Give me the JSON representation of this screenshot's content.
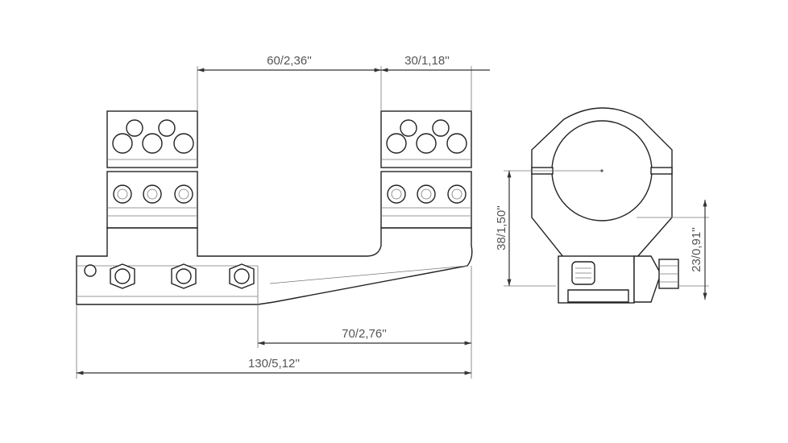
{
  "dimensions": {
    "ring_spacing": "60/2,36''",
    "ring_width": "30/1,18''",
    "offset": "70/2,76''",
    "overall_length": "130/5,12''",
    "center_height": "38/1,50''",
    "base_height": "23/0,91''"
  },
  "colors": {
    "line": "#333333",
    "text": "#555555",
    "background": "#ffffff"
  }
}
